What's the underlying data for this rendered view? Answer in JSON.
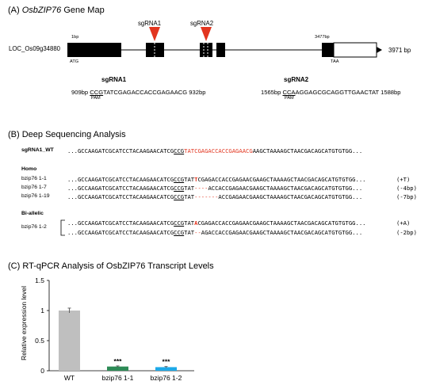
{
  "panelA": {
    "letter": "(A)",
    "title_italic": "OsbZIP76",
    "title_rest": " Gene Map",
    "locus": "LOC_Os09g34880",
    "start_label": "1bp",
    "end_label": "3477bp",
    "length_label": "3971 bp",
    "atg": "ATG",
    "taa": "TAA",
    "sg1_label": "sgRNA1",
    "sg2_label": "sgRNA2",
    "sg1_title": "sgRNA1",
    "sg1_start": "909bp",
    "sg1_pam": "CCG",
    "sg1_seq": "TATCGAGACCACCGAGAACG",
    "sg1_end": "932bp",
    "sg2_title": "sgRNA2",
    "sg2_start": "1565bp",
    "sg2_pam": "CCA",
    "sg2_seq": "AGGAGCGCAGGTTGAACTAT",
    "sg2_end": "1588bp",
    "pam_label": "PAM",
    "colors": {
      "exon": "#000000",
      "arrow": "#e2351f"
    }
  },
  "panelB": {
    "letter": "(B)",
    "title": "Deep Sequencing Analysis",
    "wt_label": "sgRNA1_WT",
    "wt_pre": "...GCCAAGATCGCATCCTACAAGAACATCG",
    "wt_pam": "CCG",
    "wt_target": "TATCGAGACCACCGAGAACG",
    "wt_post": "AAGCTAAAAGCTAACGACAGCATGTGTGG...",
    "homo_label": "Homo",
    "biallelic_label": "Bi-allelic",
    "rows": [
      {
        "label": "bzip76 1-1",
        "pre": "...GCCAAGATCGCATCCTACAAGAACATCG",
        "pam": "CCG",
        "mid": "TAT",
        "mut": "T",
        "post": "CGAGACCACCGAGAACGAAGCTAAAAGCTAACGACAGCATGTGTGG...",
        "effect": "(+T)"
      },
      {
        "label": "bzip76 1-7",
        "pre": "...GCCAAGATCGCATCCTACAAGAACATCG",
        "pam": "CCG",
        "mid": "TAT",
        "mut": "----",
        "post": "ACCACCGAGAACGAAGCTAAAAGCTAACGACAGCATGTGTGG...",
        "effect": "(-4bp)"
      },
      {
        "label": "bzip76 1-19",
        "pre": "...GCCAAGATCGCATCCTACAAGAACATCG",
        "pam": "CCG",
        "mid": "TAT",
        "mut": "-------",
        "post": "ACCGAGAACGAAGCTAAAAGCTAACGACAGCATGTGTGG...",
        "effect": "(-7bp)"
      },
      {
        "label": "bzip76 1-2",
        "pre": "...GCCAAGATCGCATCCTACAAGAACATCG",
        "pam": "CCG",
        "mid": "TAT",
        "mut": "A",
        "post": "CGAGACCACCGAGAACGAAGCTAAAAGCTAACGACAGCATGTGTGG...",
        "effect": "(+A)"
      },
      {
        "label": "",
        "pre": "...GCCAAGATCGCATCCTACAAGAACATCG",
        "pam": "CCG",
        "mid": "TAT",
        "mut": "--",
        "post": "AGACCACCGAGAACGAAGCTAAAAGCTAACGACAGCATGTGTGG...",
        "effect": "(-2bp)"
      }
    ]
  },
  "panelC": {
    "letter": "(C)",
    "title": "RT-qPCR Analysis of OsbZIP76 Transcript Levels",
    "significance": "***",
    "chart_data": {
      "type": "bar",
      "categories": [
        "WT",
        "bzip76 1-1",
        "bzip76 1-2"
      ],
      "values": [
        1.0,
        0.07,
        0.06
      ],
      "errors": [
        0.04,
        0.01,
        0.01
      ],
      "colors": [
        "#bfbfbf",
        "#2e8b57",
        "#1ea9e8"
      ],
      "significance": [
        "",
        "***",
        "***"
      ],
      "ylabel": "Relative expression level",
      "ylim": [
        0,
        1.5
      ],
      "yticks": [
        0,
        0.5,
        1,
        1.5
      ],
      "grid": false
    }
  }
}
